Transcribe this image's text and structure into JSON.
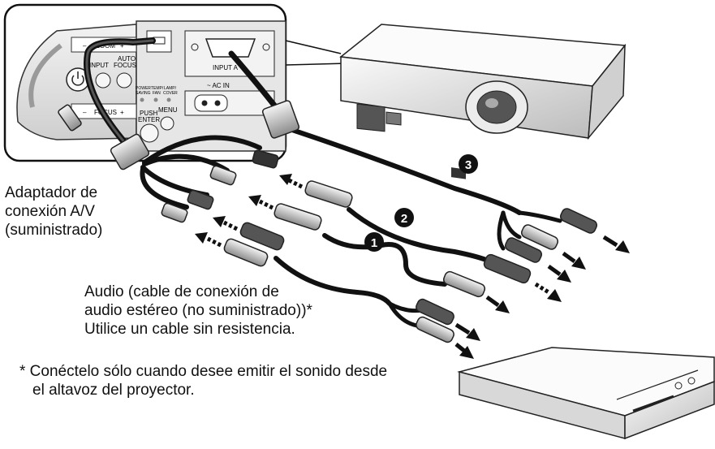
{
  "panel": {
    "zoom": "ZOOM",
    "focus": "FOCUS",
    "input": "INPUT",
    "auto_focus": [
      "AUTO",
      "FOCUS"
    ],
    "power_saving": [
      "POWER",
      "SAVING"
    ],
    "temp_fan": [
      "TEMP/",
      "FAN"
    ],
    "lamp_cover": [
      "LAMP/",
      "COVER"
    ],
    "push_enter": [
      "PUSH",
      "ENTER"
    ],
    "menu": "MENU",
    "input_a": "INPUT A",
    "ac_in": "~ AC IN",
    "plus": "+",
    "minus": "–"
  },
  "adapter_label": [
    "Adaptador de",
    "conexión A/V",
    "(suministrado)"
  ],
  "audio_label": [
    "Audio (cable de conexión de",
    "audio estéreo (no suministrado))*",
    "Utilice un cable sin resistencia."
  ],
  "footnote": [
    "* Conéctelo sólo cuando desee emitir el sonido desde",
    "el altavoz del proyector."
  ],
  "markers": [
    "1",
    "2",
    "3"
  ],
  "colors": {
    "line": "#111111",
    "panel": "#e4e4e4",
    "cable": "#1a1a1a",
    "plug": "#cfcfcf"
  },
  "icons": [
    "arrow-icon",
    "power-icon",
    "usb-port-icon"
  ]
}
